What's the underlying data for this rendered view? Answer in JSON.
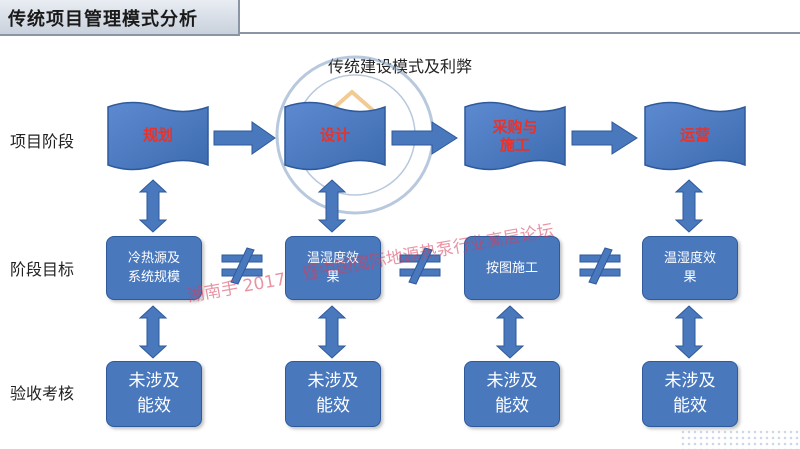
{
  "header": {
    "title": "传统项目管理模式分析"
  },
  "diagram": {
    "subtitle": "传统建设模式及利弊",
    "row_labels": [
      "项目阶段",
      "阶段目标",
      "验收考核"
    ],
    "stages": [
      {
        "label": "规划"
      },
      {
        "label": "设计"
      },
      {
        "label": "采购与\n施工"
      },
      {
        "label": "运营"
      }
    ],
    "goals": [
      {
        "label": "冷热源及\n系统规模"
      },
      {
        "label": "温湿度效\n果"
      },
      {
        "label": "按图施工"
      },
      {
        "label": "温湿度效\n果"
      }
    ],
    "acceptance": [
      {
        "label": "未涉及\n能效"
      },
      {
        "label": "未涉及\n能效"
      },
      {
        "label": "未涉及\n能效"
      },
      {
        "label": "未涉及\n能效"
      }
    ],
    "relation_symbol": "≠"
  },
  "watermark": {
    "text": "暨中国国际地源热泵行业高层论坛",
    "prefix": "湖南手 2017"
  },
  "colors": {
    "box_fill": "#4a78bd",
    "stage_text": "#e8322a",
    "arrow": "#4a78bd"
  }
}
